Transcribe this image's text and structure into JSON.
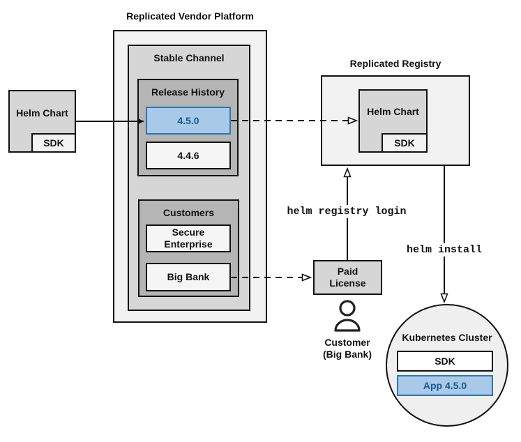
{
  "diagram": {
    "vendor_platform": {
      "title": "Replicated Vendor Platform",
      "stable_channel": {
        "title": "Stable Channel",
        "release_history": {
          "title": "Release History",
          "releases": [
            {
              "version": "4.5.0",
              "highlighted": true
            },
            {
              "version": "4.4.6",
              "highlighted": false
            }
          ]
        },
        "customers": {
          "title": "Customers",
          "items": [
            "Secure Enterprise",
            "Big Bank"
          ]
        }
      }
    },
    "helm_chart_source": {
      "label": "Helm Chart",
      "sdk_label": "SDK"
    },
    "registry": {
      "title": "Replicated Registry",
      "helm_chart_label": "Helm Chart",
      "sdk_label": "SDK"
    },
    "paid_license": {
      "label": "Paid License"
    },
    "customer": {
      "icon": "person-icon",
      "label_line1": "Customer",
      "label_line2": "(Big Bank)"
    },
    "commands": {
      "registry_login": "helm registry login",
      "install": "helm install"
    },
    "kubernetes": {
      "title": "Kubernetes Cluster",
      "sdk_label": "SDK",
      "app_label": "App 4.5.0"
    }
  },
  "colors": {
    "blue-fill": "#a8c9e8",
    "blue-border": "#2e75b5",
    "blue-text": "#19588f"
  }
}
